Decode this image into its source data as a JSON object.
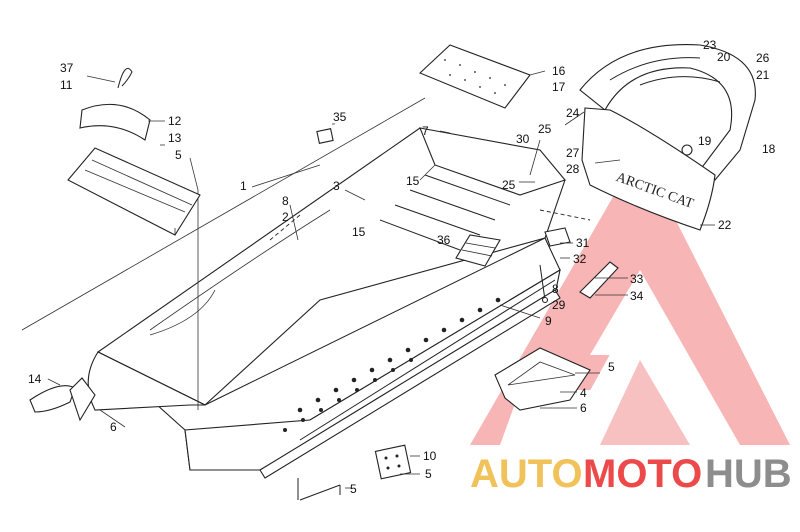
{
  "callouts": [
    {
      "id": "c37",
      "text": "37"
    },
    {
      "id": "c11",
      "text": "11"
    },
    {
      "id": "c12",
      "text": "12"
    },
    {
      "id": "c13",
      "text": "13"
    },
    {
      "id": "c5a",
      "text": "5"
    },
    {
      "id": "c1",
      "text": "1"
    },
    {
      "id": "c8a",
      "text": "8"
    },
    {
      "id": "c2",
      "text": "2"
    },
    {
      "id": "c3",
      "text": "3"
    },
    {
      "id": "c35",
      "text": "35"
    },
    {
      "id": "c7",
      "text": "7"
    },
    {
      "id": "c15a",
      "text": "15"
    },
    {
      "id": "c15b",
      "text": "15"
    },
    {
      "id": "c16",
      "text": "16"
    },
    {
      "id": "c17",
      "text": "17"
    },
    {
      "id": "c23",
      "text": "23"
    },
    {
      "id": "c20",
      "text": "20"
    },
    {
      "id": "c26",
      "text": "26"
    },
    {
      "id": "c21",
      "text": "21"
    },
    {
      "id": "c24",
      "text": "24"
    },
    {
      "id": "c25a",
      "text": "25"
    },
    {
      "id": "c30",
      "text": "30"
    },
    {
      "id": "c19",
      "text": "19"
    },
    {
      "id": "c18",
      "text": "18"
    },
    {
      "id": "c27",
      "text": "27"
    },
    {
      "id": "c28",
      "text": "28"
    },
    {
      "id": "c25b",
      "text": "25"
    },
    {
      "id": "c22",
      "text": "22"
    },
    {
      "id": "c36",
      "text": "36"
    },
    {
      "id": "c31",
      "text": "31"
    },
    {
      "id": "c32",
      "text": "32"
    },
    {
      "id": "c8b",
      "text": "8"
    },
    {
      "id": "c29",
      "text": "29"
    },
    {
      "id": "c33",
      "text": "33"
    },
    {
      "id": "c34",
      "text": "34"
    },
    {
      "id": "c9",
      "text": "9"
    },
    {
      "id": "c14",
      "text": "14"
    },
    {
      "id": "c6a",
      "text": "6"
    },
    {
      "id": "c5b",
      "text": "5"
    },
    {
      "id": "c4",
      "text": "4"
    },
    {
      "id": "c6b",
      "text": "6"
    },
    {
      "id": "c10",
      "text": "10"
    },
    {
      "id": "c5c",
      "text": "5"
    },
    {
      "id": "c5d",
      "text": "5"
    }
  ],
  "watermark": {
    "part1": "AUTO",
    "part2": "MOTO",
    "part3": "HUB",
    "colors": {
      "gold": "#f2c25a",
      "red": "#ec4a4a",
      "gray": "#8d8d8d"
    }
  }
}
